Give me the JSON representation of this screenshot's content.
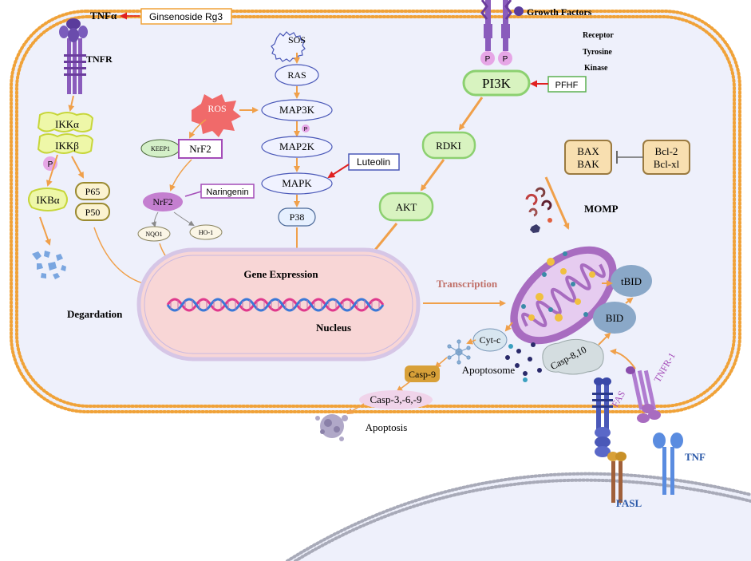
{
  "labels": {
    "tnfa": "TNFα",
    "ginsenoside": "Ginsenoside Rg3",
    "tnfr": "TNFR",
    "ikka": "IKKα",
    "ikkb": "IKKβ",
    "p": "P",
    "ikba": "IKBα",
    "p65": "P65",
    "p50": "P50",
    "degradation": "Degardation",
    "sos": "SOS",
    "ras": "RAS",
    "ros": "ROS",
    "map3k": "MAP3K",
    "map2k": "MAP2K",
    "mapk": "MAPK",
    "p38": "P38",
    "keep1": "KEEP1",
    "nrf2_top": "NrF2",
    "nrf2_bottom": "NrF2",
    "naringenin": "Naringenin",
    "nqo1": "NQO1",
    "ho1": "HO-1",
    "luteolin": "Luteolin",
    "growth_factors": "Growth Factors",
    "receptor": "Receptor",
    "tyrosine": "Tyrosine",
    "kinase": "Kinase",
    "pi3k": "PI3K",
    "pfhf": "PFHF",
    "rdki": "RDKI",
    "akt": "AKT",
    "bax": "BAX",
    "bak": "BAK",
    "bcl2": "Bcl-2",
    "bclxl": "Bcl-xl",
    "momp": "MOMP",
    "gene_expression": "Gene Expression",
    "nucleus": "Nucleus",
    "transcription": "Transcription",
    "tbid": "tBID",
    "bid": "BID",
    "cytc": "Cyt-c",
    "apoptosome": "Apoptosome",
    "casp9": "Casp-9",
    "casp369": "Casp-3,-6,-9",
    "casp810": "Casp-8,10",
    "apoptosis": "Apoptosis",
    "fas": "FAS",
    "tnfr1": "TNFR-1",
    "fasl": "FASL",
    "tnf": "TNF"
  },
  "colors": {
    "cell_fill": "#eef0fb",
    "membrane": "#f0a238",
    "arrow": "#f0a04a",
    "inhibit_arrow": "#e02020",
    "ikk_fill": "#eef7a8",
    "ikk_stroke": "#c7d63a",
    "p_fill": "#e6a6e6",
    "p65_stroke": "#9a8a30",
    "ros_fill": "#f06a6a",
    "nrf2_fill": "#c47fd0",
    "nrf2_box": "#a44cb8",
    "pi3k_fill": "#d8f3c0",
    "pi3k_stroke": "#8cd070",
    "bax_fill": "#f8dfb0",
    "bax_stroke": "#9a7a40",
    "nucleus_fill": "#f8d6d6",
    "nucleus_stroke": "#d6c6e6",
    "mito_outer": "#a86cc0",
    "mito_inner": "#e6ccf0",
    "bid_fill": "#8aa8c8",
    "receptor_purple": "#8a5cbc",
    "fas_blue": "#4a58b8",
    "tnf_blue": "#5a8ce0",
    "casp_gold": "#d8a038",
    "dna_pink": "#e0388c",
    "dna_blue": "#3a78d8",
    "transcription_text": "#c07068"
  }
}
